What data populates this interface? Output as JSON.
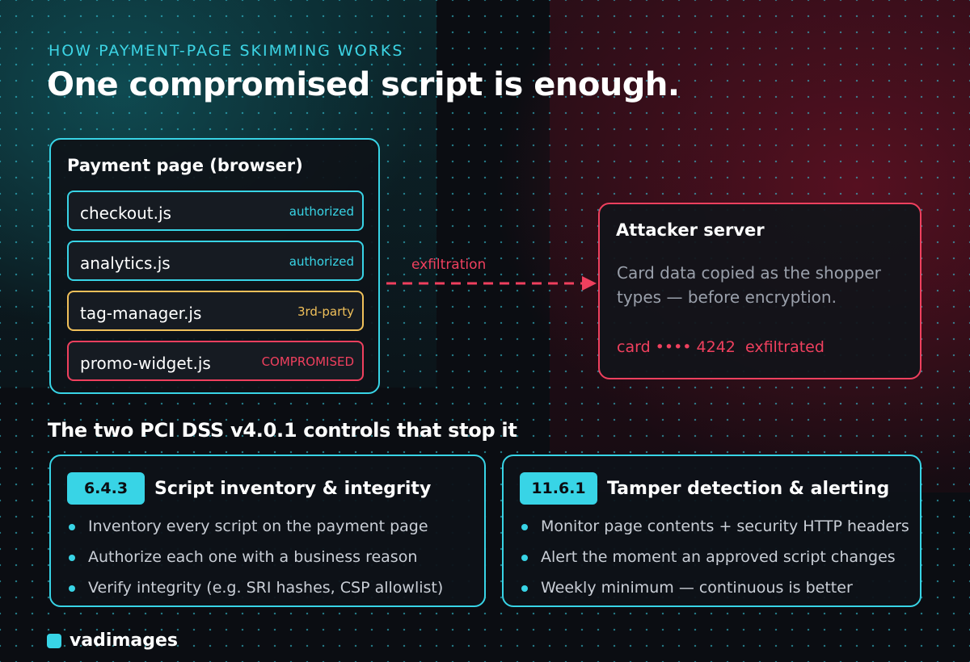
{
  "eyebrow": "HOW PAYMENT-PAGE SKIMMING WORKS",
  "headline": "One compromised script is enough.",
  "browser_panel": {
    "title": "Payment page (browser)",
    "scripts": [
      {
        "name": "checkout.js",
        "tag": "authorized",
        "status": "authorized"
      },
      {
        "name": "analytics.js",
        "tag": "authorized",
        "status": "authorized"
      },
      {
        "name": "tag-manager.js",
        "tag": "3rd-party",
        "status": "third-party"
      },
      {
        "name": "promo-widget.js",
        "tag": "COMPROMISED",
        "status": "compromised"
      }
    ]
  },
  "flow": {
    "label": "exfiltration"
  },
  "attacker_panel": {
    "title": "Attacker server",
    "body": "Card data copied as the shopper types — before encryption.",
    "card_line": "card •••• 4242  exfiltrated"
  },
  "controls": {
    "section_title": "The two PCI DSS v4.0.1 controls that stop it",
    "items": [
      {
        "id": "6.4.3",
        "title": "Script inventory & integrity",
        "bullets": [
          "Inventory every script on the payment page",
          "Authorize each one with a business reason",
          "Verify integrity (e.g. SRI hashes, CSP allowlist)"
        ]
      },
      {
        "id": "11.6.1",
        "title": "Tamper detection & alerting",
        "bullets": [
          "Monitor page contents + security HTTP headers",
          "Alert the moment an approved script changes",
          "Weekly minimum — continuous is better"
        ]
      }
    ]
  },
  "brand": {
    "name": "vadimages"
  },
  "colors": {
    "accent_cyan": "#38d4e6",
    "warning_amber": "#f0c05a",
    "danger_red": "#f0405e",
    "background": "#0b0d12"
  }
}
